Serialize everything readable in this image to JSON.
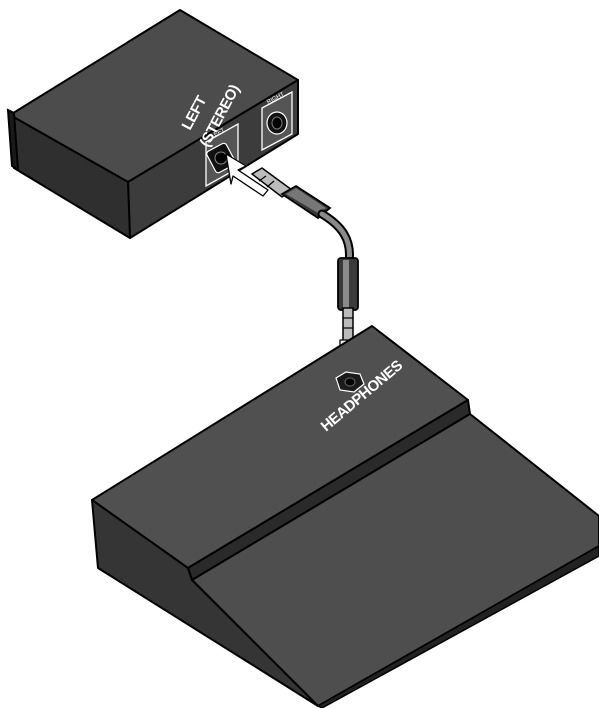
{
  "labels": {
    "left_line1": "LEFT",
    "left_line2": "(STEREO)",
    "jack_left_small": "LEFT",
    "jack_right_small": "RIGHT",
    "headphones": "HEADPHONES"
  },
  "colors": {
    "device_top": "#4a4a4a",
    "device_side": "#3a3a3a",
    "device_front": "#2c2c2c",
    "outline": "#000000",
    "label_text": "#ffffff",
    "cable_highlight": "#9a9a9a"
  },
  "icons": [
    "stereo-plug-icon",
    "input-jack-icon",
    "headphone-jack-icon",
    "insertion-arrow-icon"
  ]
}
